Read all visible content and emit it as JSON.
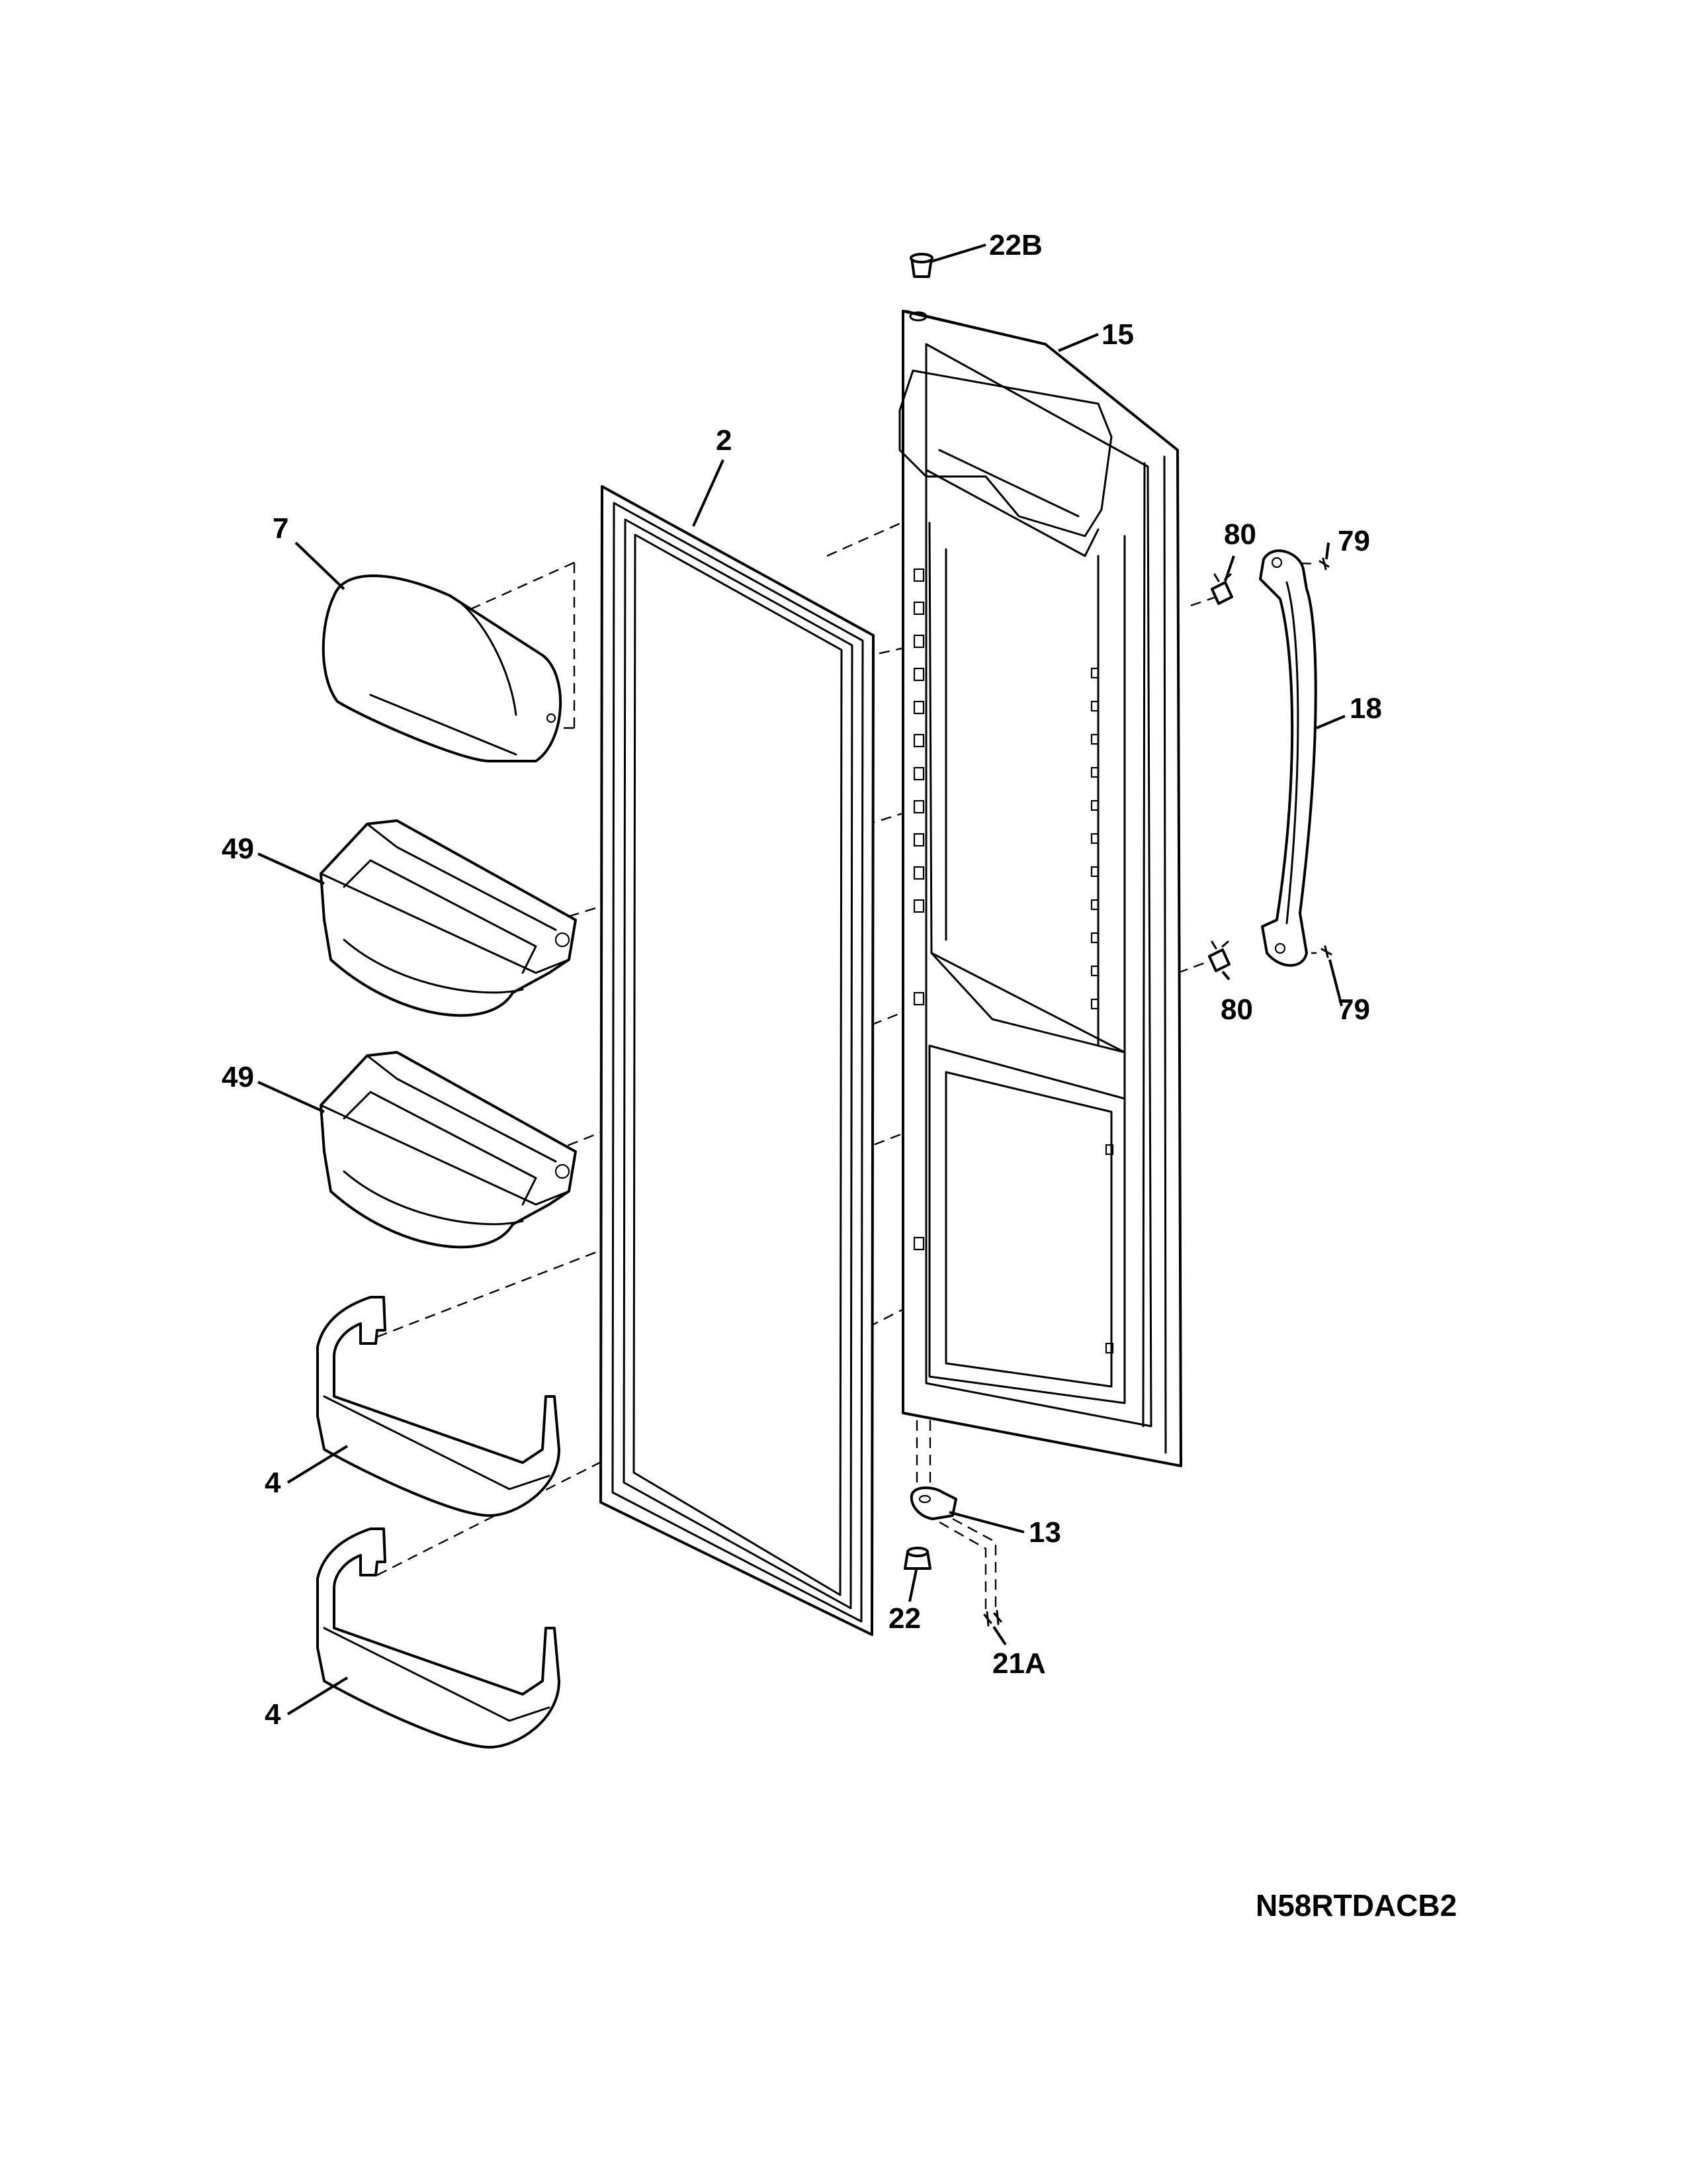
{
  "diagram": {
    "model_code": "N58RTDACB2",
    "callouts": {
      "c22B": "22B",
      "c15": "15",
      "c2": "2",
      "c7": "7",
      "c80_top": "80",
      "c79_top": "79",
      "c18": "18",
      "c49_upper": "49",
      "c49_lower": "49",
      "c80_bottom": "80",
      "c79_bottom": "79",
      "c4_upper": "4",
      "c4_lower": "4",
      "c13": "13",
      "c22": "22",
      "c21A": "21A"
    }
  }
}
